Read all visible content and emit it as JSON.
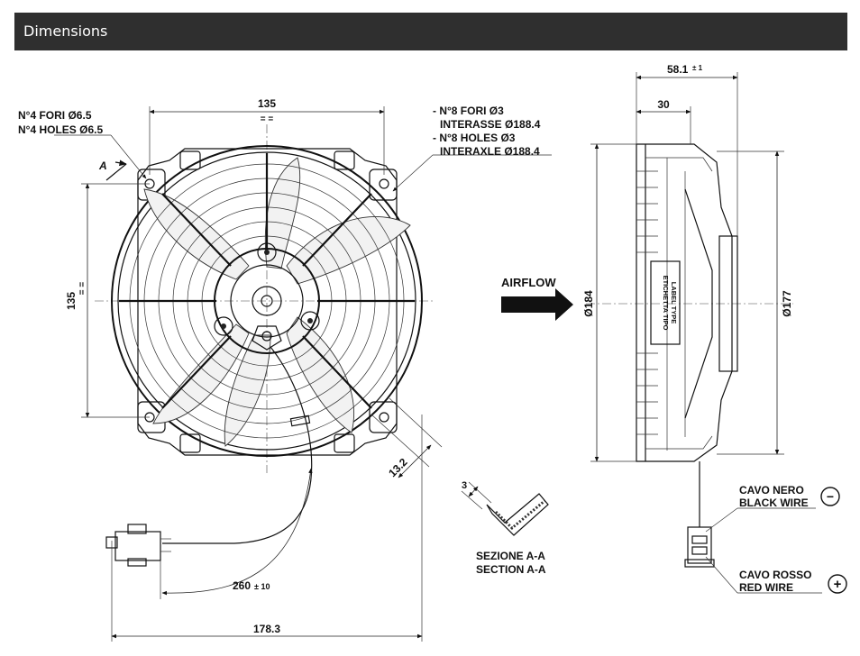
{
  "header": {
    "title": "Dimensions"
  },
  "labels": {
    "holes4_it": "N°4 FORI Ø6.5",
    "holes4_en": "N°4 HOLES Ø6.5",
    "holes8_it_1": "- N°8 FORI Ø3",
    "holes8_it_2": "INTERASSE Ø188.4",
    "holes8_en_1": "- N°8 HOLES Ø3",
    "holes8_en_2": "INTERAXLE Ø188.4",
    "section_marker": "A",
    "airflow": "AIRFLOW",
    "label_box_1": "ETICHETTA TIPO",
    "label_box_2": "LABEL TYPE",
    "section_it": "SEZIONE A-A",
    "section_en": "SECTION A-A",
    "black_wire_it": "CAVO NERO",
    "black_wire_en": "BLACK WIRE",
    "red_wire_it": "CAVO ROSSO",
    "red_wire_en": "RED WIRE",
    "minus_symbol": "−",
    "plus_symbol": "+"
  },
  "dimensions": {
    "hole_spacing_top": "135",
    "hole_spacing_side": "135",
    "wire_length": "260",
    "wire_length_tol": "± 10",
    "overall_width": "178.3",
    "bracket_offset": "13.2",
    "depth_total": "58.1",
    "depth_total_tol": "± 1",
    "depth_front": "30",
    "outer_diameter": "Ø184",
    "inner_diameter": "Ø177",
    "section_thickness": "3"
  }
}
